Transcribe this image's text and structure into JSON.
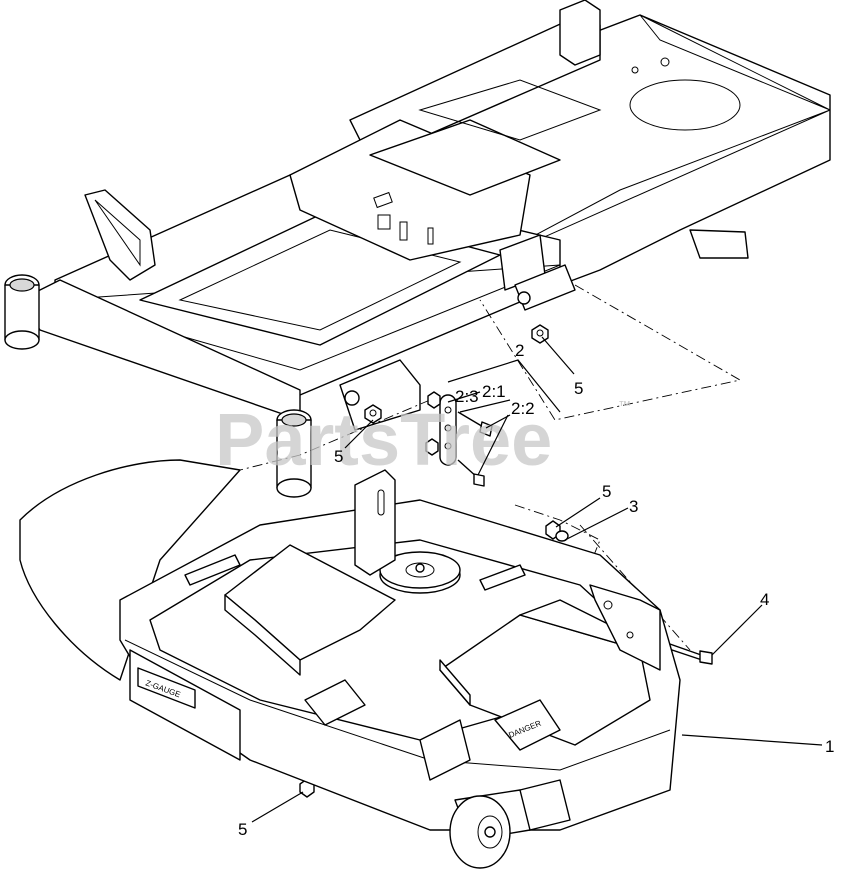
{
  "watermark": {
    "text": "PartsTree",
    "tm": "™"
  },
  "callouts": {
    "c1": "1",
    "c2": "2",
    "c2_1": "2:1",
    "c2_2": "2:2",
    "c2_3": "2:3",
    "c3": "3",
    "c4": "4",
    "c5_top_right": "5",
    "c5_top_left": "5",
    "c5_middle": "5",
    "c5_bottom": "5"
  },
  "decals": {
    "deck_brand": "Z-GAUGE",
    "danger": "DANGER"
  }
}
